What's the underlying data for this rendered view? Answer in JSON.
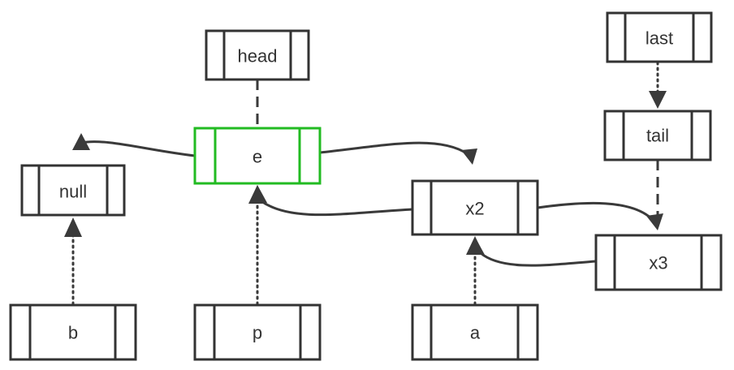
{
  "colors": {
    "highlight": "#22bb22",
    "stroke": "#333333"
  },
  "nodes": {
    "head": "head",
    "last": "last",
    "tail": "tail",
    "e": "e",
    "null": "null",
    "x2": "x2",
    "x3": "x3",
    "b": "b",
    "p": "p",
    "a": "a"
  },
  "edges": [
    {
      "from": "e",
      "to": "null",
      "style": "solid"
    },
    {
      "from": "e",
      "to": "x2",
      "style": "solid"
    },
    {
      "from": "x2",
      "to": "e",
      "style": "solid"
    },
    {
      "from": "x2",
      "to": "x3",
      "style": "solid"
    },
    {
      "from": "x3",
      "to": "x2",
      "style": "solid"
    },
    {
      "from": "head",
      "to": "e",
      "style": "dashed"
    },
    {
      "from": "last",
      "to": "tail",
      "style": "dotted"
    },
    {
      "from": "tail",
      "to": "x3",
      "style": "dashed"
    },
    {
      "from": "b",
      "to": "null",
      "style": "dotted"
    },
    {
      "from": "p",
      "to": "e",
      "style": "dotted"
    },
    {
      "from": "a",
      "to": "x2",
      "style": "dotted"
    }
  ]
}
